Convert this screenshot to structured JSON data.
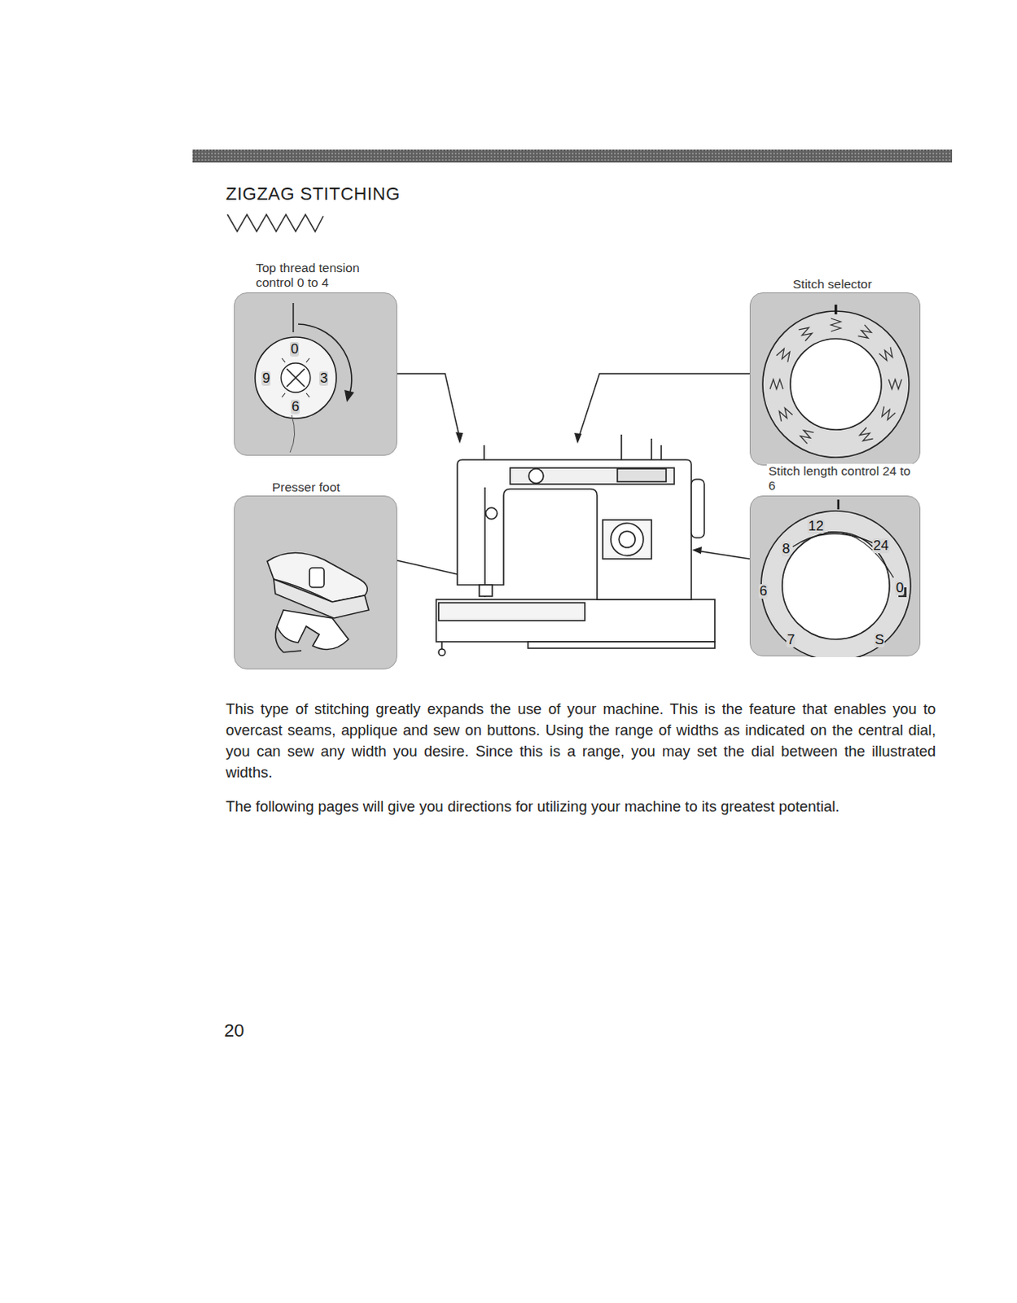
{
  "diagram": {
    "title": "ZIGZAG STITCHING",
    "nodes": [
      {
        "text": [
          "Top thread tension control 0 to 4",
          "0",
          "3",
          "6",
          "9"
        ]
      },
      {
        "text": [
          "Stitch selector"
        ]
      },
      {
        "text": [
          "Presser foot"
        ]
      },
      {
        "text": [
          "Stitch length control 24 to 6",
          "12",
          "24",
          "0",
          "8",
          "6",
          "7",
          "S"
        ]
      }
    ],
    "labels": [
      "This type of stitching greatly expands the use of your machine. This is the feature that enables you to overcast seams, applique and sew on buttons. Using the range of widths as indicated on the central dial, you can sew any width you desire. Since this is a range, you may set the dial between the illustrated widths.",
      "The following pages will give you directions for utilizing your machine to its greatest potential.",
      "20"
    ]
  }
}
